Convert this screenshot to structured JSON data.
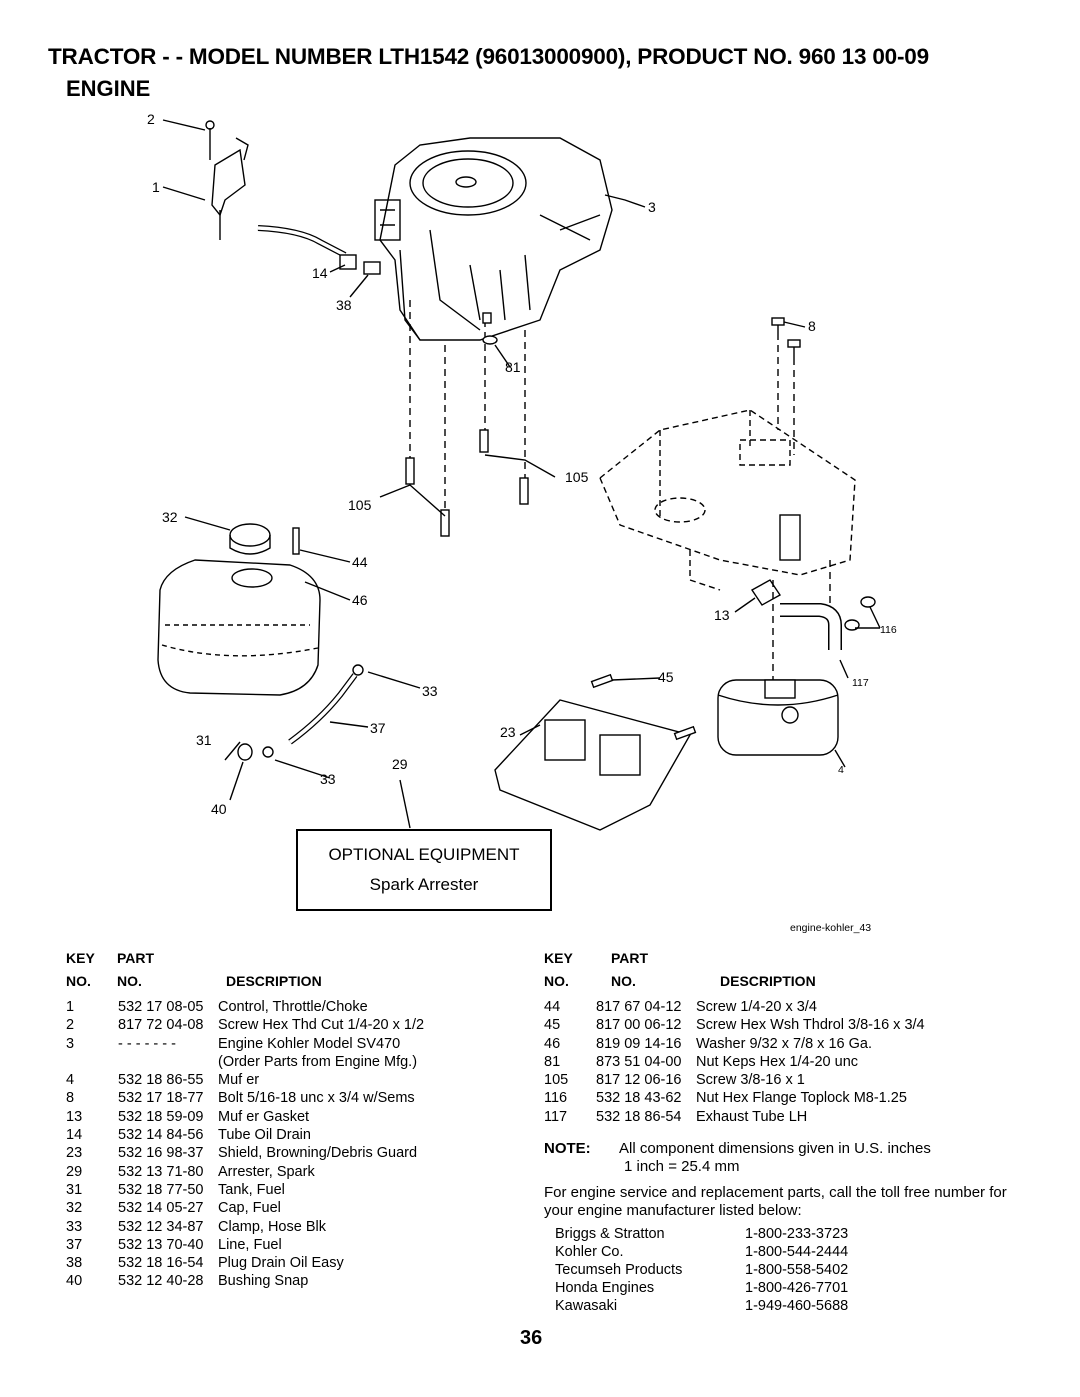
{
  "title": "TRACTOR - - MODEL NUMBER LTH1542 (96013000900), PRODUCT NO. 960 13 00-09",
  "section": "ENGINE",
  "diagram": {
    "callouts": [
      "2",
      "1",
      "3",
      "14",
      "38",
      "8",
      "81",
      "105",
      "105",
      "32",
      "44",
      "46",
      "13",
      "116",
      "45",
      "117",
      "33",
      "37",
      "31",
      "23",
      "29",
      "33",
      "4",
      "40"
    ],
    "ref_code": "engine-kohler_43"
  },
  "optional_equipment": {
    "heading": "OPTIONAL EQUIPMENT",
    "item": "Spark Arrester"
  },
  "table_headers": {
    "key": "KEY",
    "part": "PART",
    "no1": "NO.",
    "no2": "NO.",
    "description": "DESCRIPTION"
  },
  "parts_left": [
    {
      "key": "1",
      "part": "532 17 08-05",
      "desc": "Control, Throttle/Choke"
    },
    {
      "key": "2",
      "part": "817 72 04-08",
      "desc": "Screw Hex Thd Cut 1/4-20 x 1/2"
    },
    {
      "key": "3",
      "part": "- - - - - - -",
      "desc": "Engine Kohler Model SV470"
    },
    {
      "key": "",
      "part": "",
      "desc": "(Order Parts from Engine Mfg.)"
    },
    {
      "key": "4",
      "part": "532 18 86-55",
      "desc": "Muf er"
    },
    {
      "key": "8",
      "part": "532 17 18-77",
      "desc": "Bolt  5/16-18 unc x 3/4 w/Sems"
    },
    {
      "key": "13",
      "part": "532 18 59-09",
      "desc": "Muf er Gasket"
    },
    {
      "key": "14",
      "part": "532 14 84-56",
      "desc": "Tube Oil Drain"
    },
    {
      "key": "23",
      "part": "532 16 98-37",
      "desc": "Shield, Browning/Debris Guard"
    },
    {
      "key": "29",
      "part": "532 13 71-80",
      "desc": "Arrester, Spark"
    },
    {
      "key": "31",
      "part": "532 18 77-50",
      "desc": "Tank, Fuel"
    },
    {
      "key": "32",
      "part": "532 14 05-27",
      "desc": "Cap, Fuel"
    },
    {
      "key": "33",
      "part": "532 12 34-87",
      "desc": "Clamp, Hose Blk"
    },
    {
      "key": "37",
      "part": "532 13 70-40",
      "desc": "Line, Fuel"
    },
    {
      "key": "38",
      "part": "532 18 16-54",
      "desc": "Plug Drain Oil Easy"
    },
    {
      "key": "40",
      "part": "532 12 40-28",
      "desc": "Bushing Snap"
    }
  ],
  "parts_right": [
    {
      "key": "44",
      "part": "817 67 04-12",
      "desc": "Screw 1/4-20 x 3/4"
    },
    {
      "key": "45",
      "part": "817 00 06-12",
      "desc": "Screw Hex Wsh Thdrol 3/8-16 x 3/4"
    },
    {
      "key": "46",
      "part": "819 09 14-16",
      "desc": "Washer 9/32 x 7/8 x 16 Ga."
    },
    {
      "key": "81",
      "part": "873 51 04-00",
      "desc": "Nut Keps Hex 1/4-20 unc"
    },
    {
      "key": "105",
      "part": "817 12 06-16",
      "desc": "Screw 3/8-16 x 1"
    },
    {
      "key": "116",
      "part": "532 18 43-62",
      "desc": "Nut Hex Flange Toplock M8-1.25"
    },
    {
      "key": "117",
      "part": "532 18 86-54",
      "desc": "Exhaust Tube LH"
    }
  ],
  "note": {
    "label": "NOTE:",
    "line1": "All component dimensions given in U.S. inches",
    "line2": "1 inch = 25.4 mm"
  },
  "service_info": "For engine service and replacement parts, call the toll free number for your engine manufacturer listed below:",
  "manufacturers": [
    {
      "name": "Briggs & Stratton",
      "phone": "1-800-233-3723"
    },
    {
      "name": "Kohler Co.",
      "phone": "1-800-544-2444"
    },
    {
      "name": "Tecumseh Products",
      "phone": "1-800-558-5402"
    },
    {
      "name": "Honda Engines",
      "phone": "1-800-426-7701"
    },
    {
      "name": "Kawasaki",
      "phone": "1-949-460-5688"
    }
  ],
  "page_number": "36"
}
